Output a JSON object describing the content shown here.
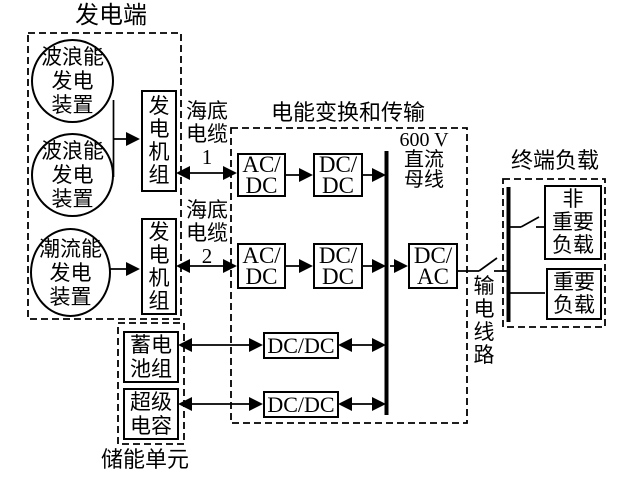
{
  "colors": {
    "ink": "#000000",
    "background": "#ffffff",
    "line": "#1a1a1a"
  },
  "regions": {
    "generation": {
      "title": "发电端"
    },
    "conversion": {
      "title": "电能变换和传输"
    },
    "terminal": {
      "title": "终端负载"
    },
    "storage": {
      "title": "储能单元"
    }
  },
  "labels": {
    "cable1": "海底\n电缆\n1",
    "cable2": "海底\n电缆\n2",
    "dc_bus": "600 V\n直流\n母线",
    "transmission_line": "输\n电\n线\n路"
  },
  "nodes": {
    "wave1": "波浪能\n发电\n装置",
    "wave2": "波浪能\n发电\n装置",
    "tidal": "潮流能\n发电\n装置",
    "genset1": "发\n电\n机\n组",
    "genset2": "发\n电\n机\n组",
    "acdc1": "AC/\nDC",
    "dcdc1": "DC/\nDC",
    "acdc2": "AC/\nDC",
    "dcdc2": "DC/\nDC",
    "dcac": "DC/\nAC",
    "storage_dcdc1": "DC/DC",
    "storage_dcdc2": "DC/DC",
    "battery": "蓄电\n池组",
    "supercap": "超级\n电容",
    "noncritical_load": "非\n重要\n负载",
    "critical_load": "重要\n负载"
  }
}
